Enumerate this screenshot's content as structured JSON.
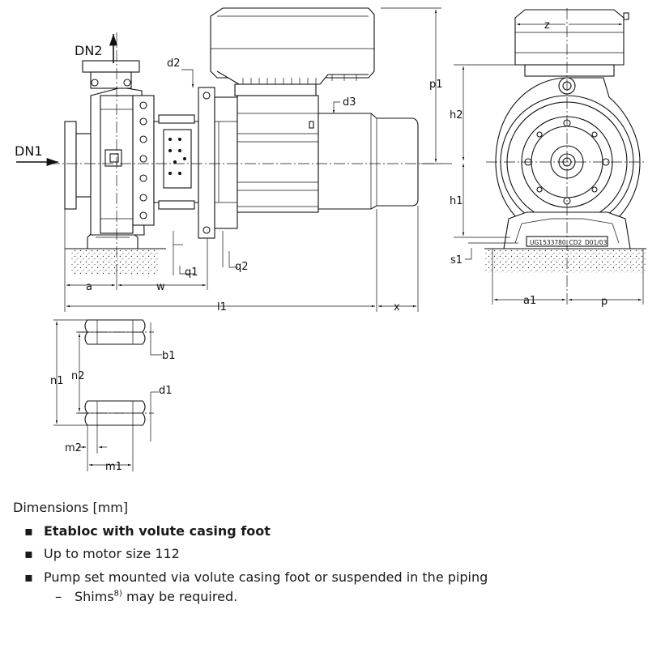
{
  "labels": {
    "dn1": "DN1",
    "dn2": "DN2",
    "d1": "d1",
    "d2": "d2",
    "d3": "d3",
    "p1": "p1",
    "h1": "h1",
    "h2": "h2",
    "s1": "s1",
    "q1": "q1",
    "q2": "q2",
    "a": "a",
    "w": "w",
    "l1": "l1",
    "x": "x",
    "z": "z",
    "a1": "a1",
    "p": "p",
    "b1": "b1",
    "n1": "n1",
    "n2": "n2",
    "m1": "m1",
    "m2": "m2",
    "drawing_code": "UG1533780_CD2_D01/03"
  },
  "caption": {
    "title": "Dimensions [mm]",
    "bullet_symbol": "▪",
    "items": [
      {
        "text": "Etabloc with volute casing foot",
        "bold": true
      },
      {
        "text": "Up to motor size 112",
        "bold": false
      },
      {
        "text": "Pump set mounted via volute casing foot or suspended in the piping",
        "bold": false
      }
    ],
    "sub_dash": "–",
    "sub_item_text": "Shims",
    "sub_item_sup": "8)",
    "sub_item_tail": " may be required."
  }
}
